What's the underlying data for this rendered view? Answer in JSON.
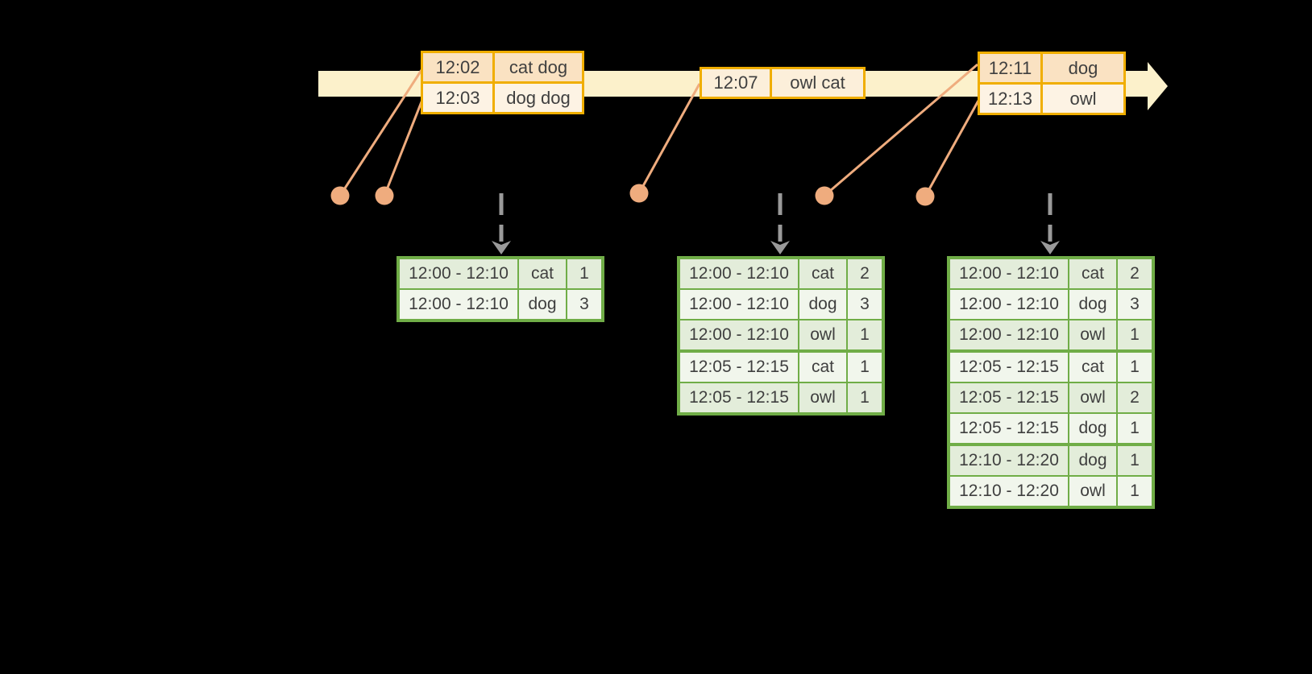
{
  "colors": {
    "background": "#000000",
    "timeline_band": "#FCF1CB",
    "event_table_border": "#F0AE00",
    "event_row_dark": "#FAE2C2",
    "event_row_light": "#FDF3E4",
    "event_dot": "#EFAC7E",
    "trigger_arrow_gray": "#9A9A9A",
    "result_table_border": "#70AD47",
    "result_row_dark": "#E3EDDA",
    "result_row_light": "#F1F6EC",
    "table_text": "#3F3F3F"
  },
  "icons": {
    "timeline_arrowhead": "right-arrowhead",
    "event_marker": "dot",
    "trigger_arrow": "dashed-down-arrow"
  },
  "timeline": {
    "event_tables": [
      {
        "rows": [
          {
            "time": "12:02",
            "words": "cat dog"
          },
          {
            "time": "12:03",
            "words": "dog dog"
          }
        ]
      },
      {
        "rows": [
          {
            "time": "12:07",
            "words": "owl cat"
          }
        ]
      },
      {
        "rows": [
          {
            "time": "12:11",
            "words": "dog"
          },
          {
            "time": "12:13",
            "words": "owl"
          }
        ]
      }
    ]
  },
  "result_tables": [
    {
      "rows": [
        {
          "window": "12:00 - 12:10",
          "word": "cat",
          "count": "1"
        },
        {
          "window": "12:00 - 12:10",
          "word": "dog",
          "count": "3"
        }
      ]
    },
    {
      "rows": [
        {
          "window": "12:00 - 12:10",
          "word": "cat",
          "count": "2"
        },
        {
          "window": "12:00 - 12:10",
          "word": "dog",
          "count": "3"
        },
        {
          "window": "12:00 - 12:10",
          "word": "owl",
          "count": "1"
        },
        {
          "window": "12:05 - 12:15",
          "word": "cat",
          "count": "1"
        },
        {
          "window": "12:05 - 12:15",
          "word": "owl",
          "count": "1"
        }
      ]
    },
    {
      "rows": [
        {
          "window": "12:00 - 12:10",
          "word": "cat",
          "count": "2"
        },
        {
          "window": "12:00 - 12:10",
          "word": "dog",
          "count": "3"
        },
        {
          "window": "12:00 - 12:10",
          "word": "owl",
          "count": "1"
        },
        {
          "window": "12:05 - 12:15",
          "word": "cat",
          "count": "1"
        },
        {
          "window": "12:05 - 12:15",
          "word": "owl",
          "count": "2"
        },
        {
          "window": "12:05 - 12:15",
          "word": "dog",
          "count": "1"
        },
        {
          "window": "12:10 - 12:20",
          "word": "dog",
          "count": "1"
        },
        {
          "window": "12:10 - 12:20",
          "word": "owl",
          "count": "1"
        }
      ]
    }
  ]
}
